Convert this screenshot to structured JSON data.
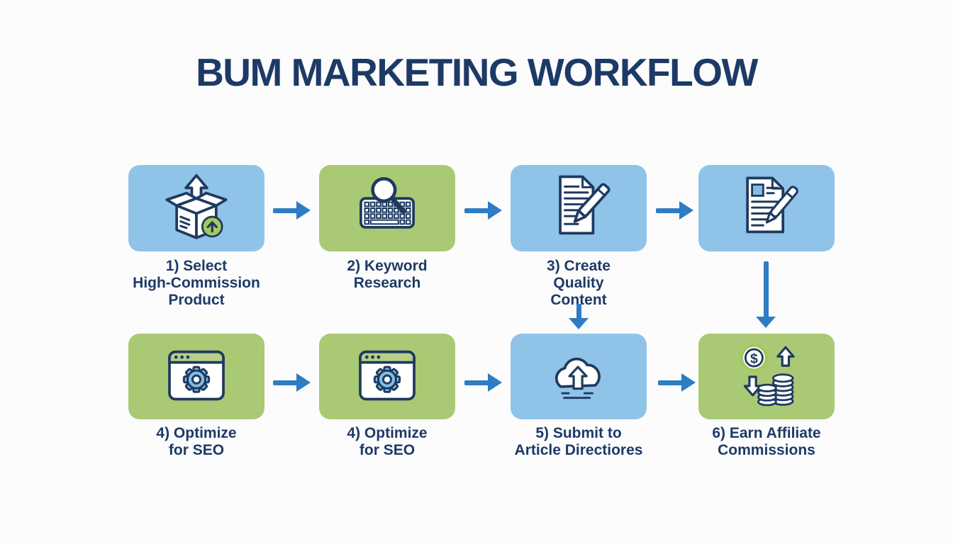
{
  "title": "BUM MARKETING WORKFLOW",
  "colors": {
    "background": "#fcfcfd",
    "title_text": "#1d3a66",
    "label_text": "#1d3a66",
    "blue_box": "#8fc4e8",
    "green_box": "#a9c974",
    "arrow": "#2e7cc3",
    "icon_outline": "#1e3a5f",
    "icon_blue_fill": "#85bde2",
    "icon_green": "#a2ca60",
    "browser_header_green": "#b6d088"
  },
  "icons": {
    "dollar_glyph": "$"
  },
  "steps": [
    {
      "label": "1) Select\nHigh-Commission\nProduct",
      "box_color": "blue",
      "icon": "product-box-upload-icon"
    },
    {
      "label": "2) Keyword\nResearch",
      "box_color": "green",
      "icon": "keyboard-magnifier-icon"
    },
    {
      "label": "3) Create\nQuality\nContent",
      "box_color": "blue",
      "icon": "document-pencil-icon"
    },
    {
      "label": "",
      "box_color": "blue",
      "icon": "article-pen-icon"
    },
    {
      "label": "4) Optimize\nfor SEO",
      "box_color": "green",
      "icon": "browser-gear-icon"
    },
    {
      "label": "4) Optimize\nfor SEO",
      "box_color": "green",
      "icon": "browser-gear-icon"
    },
    {
      "label": "5) Submit to\nArticle Directiores",
      "box_color": "blue",
      "icon": "cloud-upload-icon"
    },
    {
      "label": "6) Earn Affiliate\nCommissions",
      "box_color": "green",
      "icon": "money-commissions-icon"
    }
  ]
}
